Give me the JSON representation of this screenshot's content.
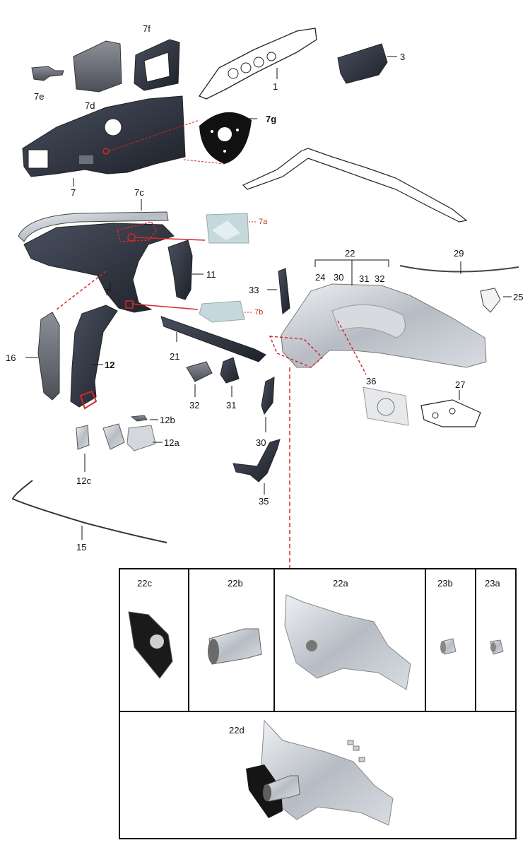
{
  "parts": {
    "p1": "1",
    "p3": "3",
    "p7": "7",
    "p7_lower": "7",
    "p7a": "7a",
    "p7b": "7b",
    "p7c": "7c",
    "p7d": "7d",
    "p7e": "7e",
    "p7f": "7f",
    "p7g": "7g",
    "p11": "11",
    "p12": "12",
    "p12a": "12a",
    "p12b": "12b",
    "p12c": "12c",
    "p15": "15",
    "p16": "16",
    "p21": "21",
    "p22": "22",
    "p24": "24",
    "p30_top": "30",
    "p31_top": "31",
    "p32_top": "32",
    "p25": "25",
    "p27": "27",
    "p29": "29",
    "p30": "30",
    "p31": "31",
    "p32": "32",
    "p33": "33",
    "p35": "35",
    "p36": "36"
  },
  "detail": {
    "c22c": "22c",
    "c22b": "22b",
    "c22a": "22a",
    "c23b": "23b",
    "c23a": "23a",
    "c22d": "22d"
  },
  "colors": {
    "panel_dark": "#2a2f3a",
    "panel_steel": "#b9bec6",
    "panel_light": "#dfe3e8",
    "callout_red": "#d62828",
    "line": "#111111"
  }
}
